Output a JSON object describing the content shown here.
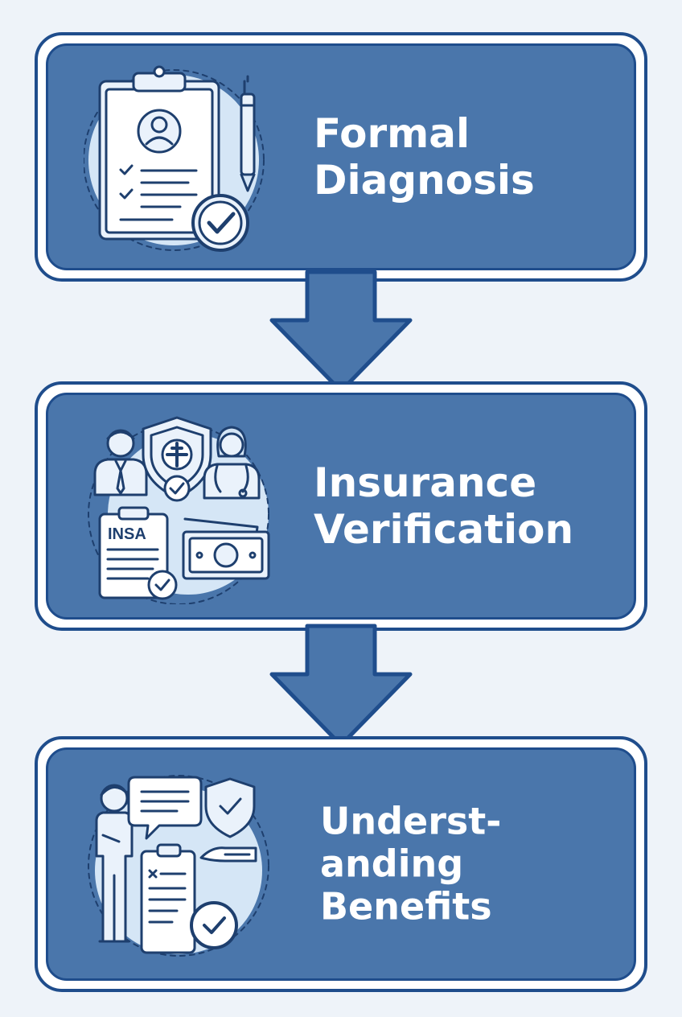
{
  "steps": [
    {
      "title_lines": [
        "Formal",
        "Diagnosis"
      ],
      "icon": "clipboard-check-icon"
    },
    {
      "title_lines": [
        "Insurance",
        "Verification"
      ],
      "icon": "insurance-verification-icon",
      "form_label": "INSA"
    },
    {
      "title_lines": [
        "Underst-",
        "anding",
        "Benefits"
      ],
      "icon": "benefits-consultation-icon"
    }
  ],
  "colors": {
    "background": "#eef3f9",
    "box_fill": "#4a76ab",
    "box_border": "#1f4d8c",
    "icon_stroke": "#1e3f6e",
    "icon_fill": "#eaf2fb",
    "icon_bg_circle": "#d5e6f6"
  }
}
